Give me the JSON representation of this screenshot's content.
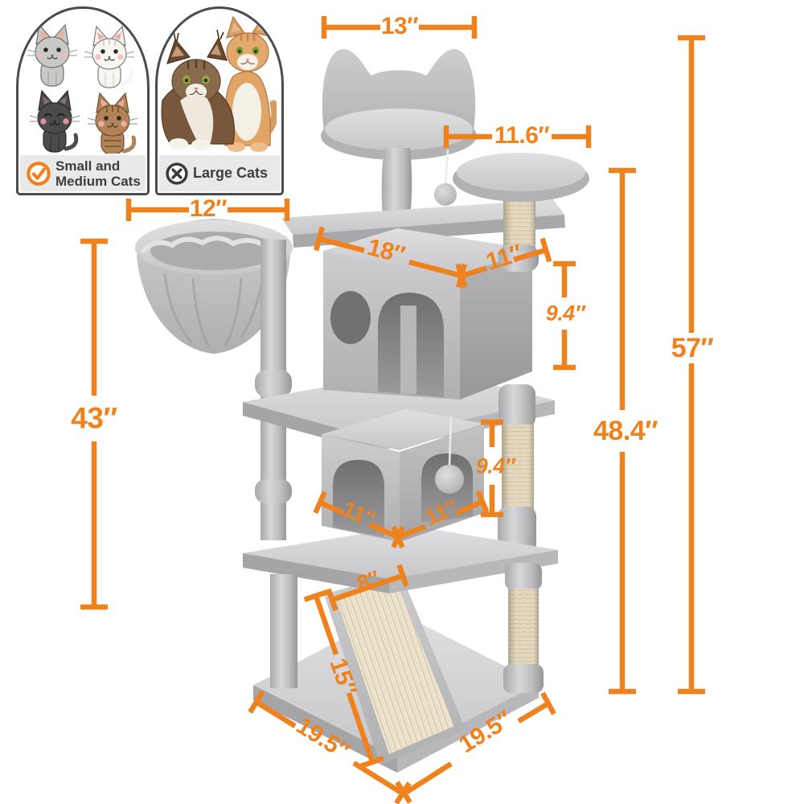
{
  "badges": {
    "small_medium": {
      "icon": "check-circle",
      "line1": "Small and",
      "line2": "Medium Cats"
    },
    "large": {
      "icon": "x-circle",
      "label": "Large Cats"
    }
  },
  "dimensions": {
    "top_perch_width": "13″",
    "right_platform_width": "11.6″",
    "basket_width": "12″",
    "upper_condo_width": "18″",
    "upper_condo_depth": "11″",
    "upper_condo_height": "9.4″",
    "overall_height": "57″",
    "right_platform_height": "48.4″",
    "basket_height": "43″",
    "lower_condo_height": "9.4″",
    "lower_condo_width": "11″",
    "lower_condo_depth": "11″",
    "ramp_width": "8″",
    "ramp_length": "15″",
    "base_side_left": "19.5″",
    "base_side_right": "19.5″"
  },
  "colors": {
    "dimension_accent": "#F0821E",
    "plush_gray": "#C6C6C8",
    "sisal_beige": "#EAE0CA",
    "badge_border": "#4C4C4C",
    "badge_band": "#E9E9E9",
    "badge_text": "#3E3E40",
    "x_icon": "#3B3B3D"
  }
}
